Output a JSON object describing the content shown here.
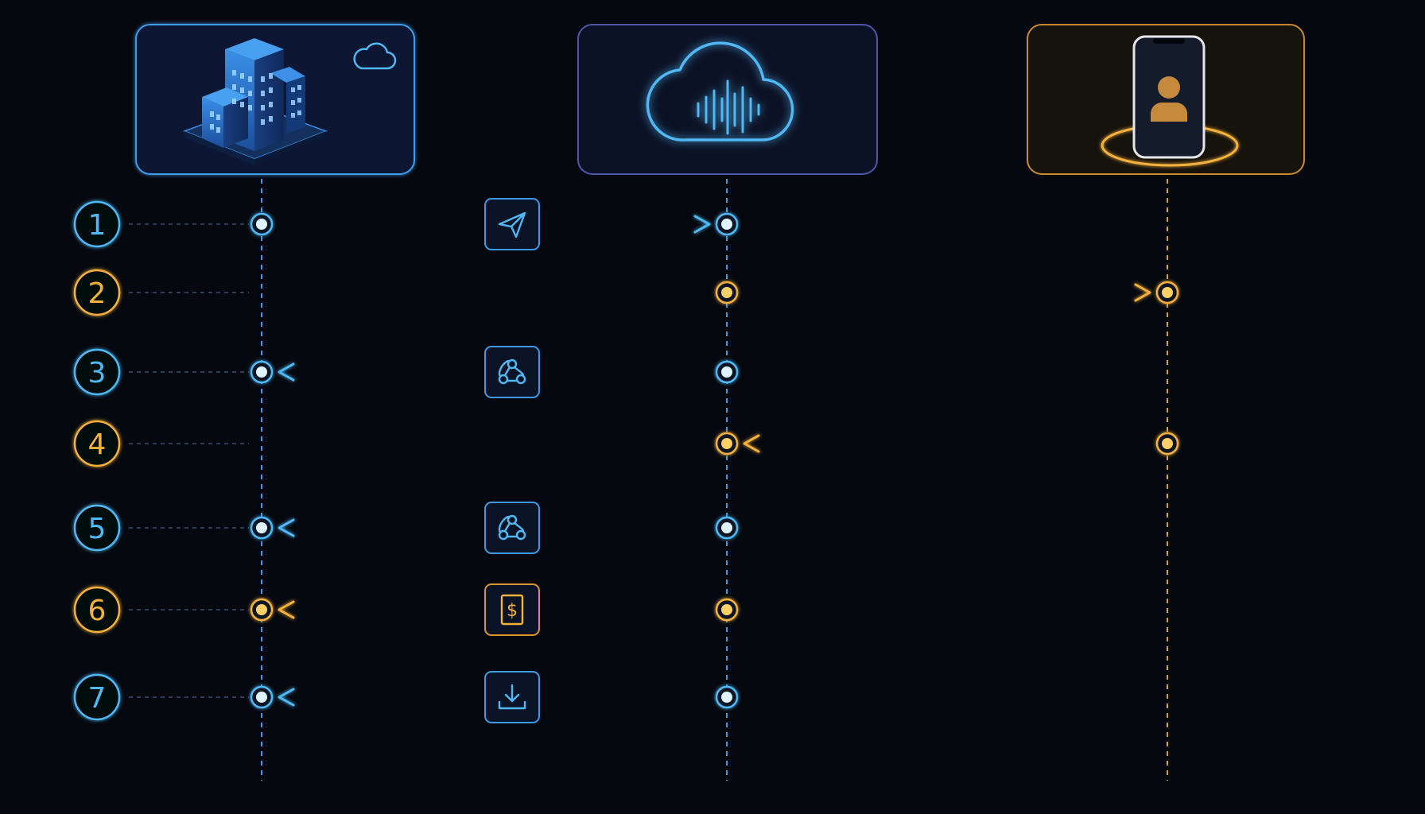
{
  "colors": {
    "background": "#05080f",
    "blue": "#4fb8f5",
    "blue_bright": "#7fd6ff",
    "orange": "#f4b13c",
    "orange_bright": "#ffd066",
    "purple_border": "#4f56a8",
    "panel_blue": "#0b1830",
    "panel_dark": "#0c1226",
    "panel_orange": "#16120c"
  },
  "actors": [
    {
      "id": "business",
      "icon": "building-icon",
      "badge": "cloud-icon",
      "color": "blue"
    },
    {
      "id": "voice-cloud",
      "icon": "voice-cloud-icon",
      "color": "purple"
    },
    {
      "id": "customer-phone",
      "icon": "smartphone-user-icon",
      "color": "orange"
    }
  ],
  "steps": [
    {
      "number": "1",
      "color": "blue",
      "from": "business",
      "to": "voice-cloud",
      "icon": "send-icon"
    },
    {
      "number": "2",
      "color": "orange",
      "from": "voice-cloud",
      "to": "customer-phone",
      "icon": ""
    },
    {
      "number": "3",
      "color": "blue",
      "from": "voice-cloud",
      "to": "business",
      "icon": "webhook-icon"
    },
    {
      "number": "4",
      "color": "orange",
      "from": "customer-phone",
      "to": "voice-cloud",
      "icon": ""
    },
    {
      "number": "5",
      "color": "blue",
      "from": "voice-cloud",
      "to": "business",
      "icon": "webhook-icon"
    },
    {
      "number": "6",
      "color": "orange",
      "from": "voice-cloud",
      "to": "business",
      "icon": "billing-icon"
    },
    {
      "number": "7",
      "color": "blue",
      "from": "voice-cloud",
      "to": "business",
      "icon": "download-icon"
    }
  ]
}
